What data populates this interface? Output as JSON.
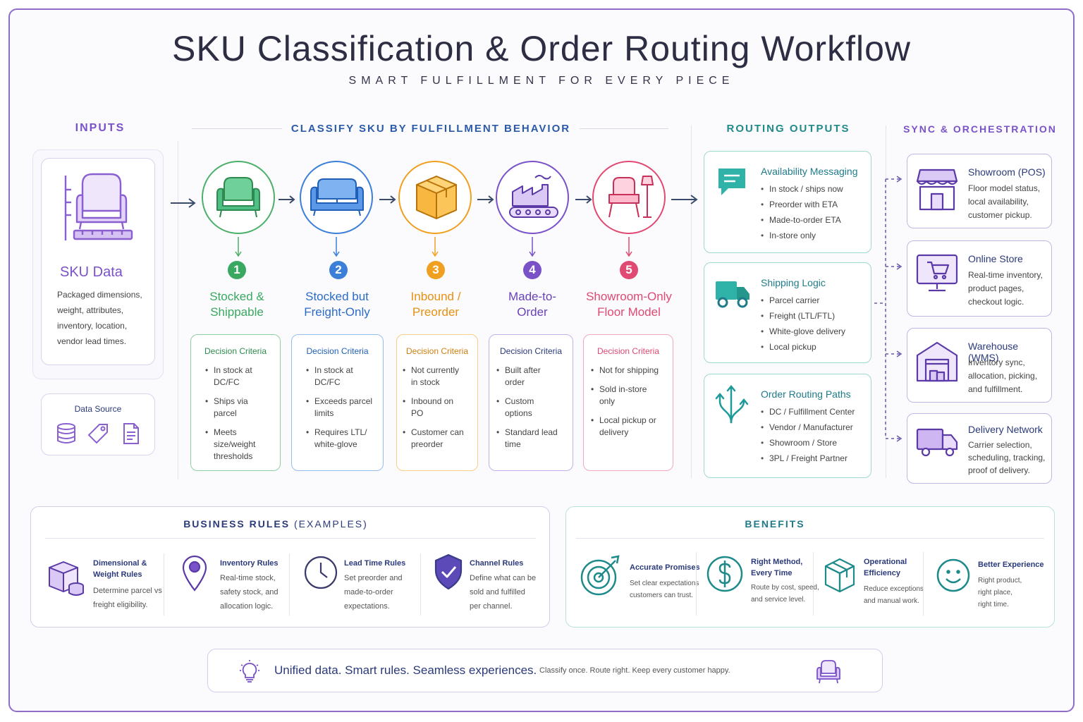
{
  "header": {
    "title": "SKU Classification & Order Routing Workflow",
    "subtitle": "SMART FULFILLMENT FOR EVERY PIECE"
  },
  "sections": {
    "inputs": "INPUTS",
    "classify": "CLASSIFY SKU BY FULFILLMENT BEHAVIOR",
    "routing": "ROUTING OUTPUTS",
    "sync": "SYNC & ORCHESTRATION"
  },
  "inputs": {
    "sku_title": "SKU Data",
    "sku_desc": [
      "Packaged dimensions,",
      "weight, attributes,",
      "inventory, location,",
      "vendor lead times."
    ],
    "data_source": "Data Source"
  },
  "classes": [
    {
      "num": "1",
      "title": [
        "Stocked &",
        "Shippable"
      ],
      "criteria_title": "Decision Criteria",
      "criteria": [
        "In stock at DC/FC",
        "Ships via parcel",
        "Meets size/weight thresholds"
      ],
      "color": "#3aa860",
      "icon": "armchair-icon"
    },
    {
      "num": "2",
      "title": [
        "Stocked but",
        "Freight-Only"
      ],
      "criteria_title": "Decision Criteria",
      "criteria": [
        "In stock at DC/FC",
        "Exceeds parcel limits",
        "Requires LTL/ white-glove"
      ],
      "color": "#3b7fd9",
      "icon": "sofa-icon"
    },
    {
      "num": "3",
      "title": [
        "Inbound /",
        "Preorder"
      ],
      "criteria_title": "Decision Criteria",
      "criteria": [
        "Not currently in stock",
        "Inbound on PO",
        "Customer can preorder"
      ],
      "color": "#f0a020",
      "icon": "box-icon"
    },
    {
      "num": "4",
      "title": [
        "Made-to-",
        "Order"
      ],
      "criteria_title": "Decision Criteria",
      "criteria": [
        "Built after order",
        "Custom options",
        "Standard lead time"
      ],
      "color": "#7a52c8",
      "icon": "factory-icon"
    },
    {
      "num": "5",
      "title": [
        "Showroom-Only",
        "Floor Model"
      ],
      "criteria_title": "Decision Criteria",
      "criteria": [
        "Not for shipping",
        "Sold in-store only",
        "Local pickup or delivery"
      ],
      "color": "#e04a72",
      "icon": "chair-lamp-icon"
    }
  ],
  "routing_outputs": [
    {
      "title": "Availability Messaging",
      "items": [
        "In stock / ships now",
        "Preorder with ETA",
        "Made-to-order ETA",
        "In-store only"
      ],
      "icon": "chat-icon"
    },
    {
      "title": "Shipping Logic",
      "items": [
        "Parcel carrier",
        "Freight (LTL/FTL)",
        "White-glove delivery",
        "Local pickup"
      ],
      "icon": "truck-icon"
    },
    {
      "title": "Order Routing Paths",
      "items": [
        "DC / Fulfillment Center",
        "Vendor / Manufacturer",
        "Showroom / Store",
        "3PL / Freight Partner"
      ],
      "icon": "routing-arrows-icon"
    }
  ],
  "sync": [
    {
      "title": "Showroom (POS)",
      "desc": [
        "Floor model status,",
        "local availability,",
        "customer pickup."
      ],
      "icon": "storefront-icon"
    },
    {
      "title": "Online Store",
      "desc": [
        "Real-time inventory,",
        "product pages,",
        "checkout logic."
      ],
      "icon": "monitor-cart-icon"
    },
    {
      "title": "Warehouse (WMS)",
      "desc": [
        "Inventory sync,",
        "allocation, picking,",
        "and fulfillment."
      ],
      "icon": "warehouse-icon"
    },
    {
      "title": "Delivery Network",
      "desc": [
        "Carrier selection,",
        "scheduling, tracking,",
        "proof of delivery."
      ],
      "icon": "delivery-truck-icon"
    }
  ],
  "business_rules": {
    "title": "BUSINESS RULES",
    "title_suffix": "(EXAMPLES)",
    "items": [
      {
        "title": [
          "Dimensional &",
          "Weight Rules"
        ],
        "desc": [
          "Determine parcel vs",
          "freight eligibility."
        ],
        "icon": "box-weight-icon"
      },
      {
        "title": [
          "Inventory Rules"
        ],
        "desc": [
          "Real-time stock,",
          "safety stock, and",
          "allocation logic."
        ],
        "icon": "location-pin-icon"
      },
      {
        "title": [
          "Lead Time Rules"
        ],
        "desc": [
          "Set preorder and",
          "made-to-order",
          "expectations."
        ],
        "icon": "clock-icon"
      },
      {
        "title": [
          "Channel Rules"
        ],
        "desc": [
          "Define what can be",
          "sold and fulfilled",
          "per channel."
        ],
        "icon": "shield-check-icon"
      }
    ]
  },
  "benefits": {
    "title": "BENEFITS",
    "items": [
      {
        "title": [
          "Accurate Promises"
        ],
        "desc": [
          "Set clear expectations",
          "customers can trust."
        ],
        "icon": "target-icon"
      },
      {
        "title": [
          "Right Method,",
          "Every Time"
        ],
        "desc": [
          "Route by cost, speed,",
          "and service level."
        ],
        "icon": "dollar-icon"
      },
      {
        "title": [
          "Operational",
          "Efficiency"
        ],
        "desc": [
          "Reduce exceptions",
          "and manual work."
        ],
        "icon": "cube-icon"
      },
      {
        "title": [
          "Better Experience"
        ],
        "desc": [
          "Right product,",
          "right place,",
          "right time."
        ],
        "icon": "smiley-icon"
      }
    ]
  },
  "footer": {
    "tagline": "Unified data. Smart rules. Seamless experiences.",
    "sub": "Classify once. Route right. Keep every customer happy."
  },
  "colors": {
    "frame": "#8e6cc8",
    "teal": "#1f8a8a",
    "navy": "#2b3a7a",
    "purple": "#7a52c8"
  }
}
